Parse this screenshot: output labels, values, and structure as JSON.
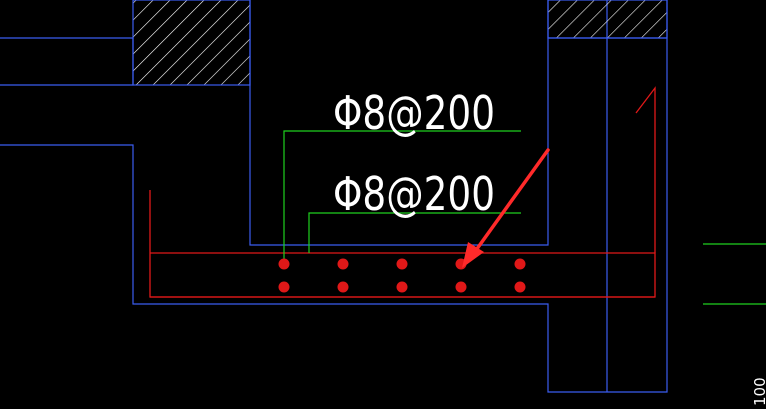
{
  "annotations": {
    "top_rebar_label": "Φ8@200",
    "bottom_rebar_label": "Φ8@200",
    "edge_dimension": "100"
  },
  "rebar_rows": [
    {
      "row": "top",
      "count": 5
    },
    {
      "row": "bottom",
      "count": 5
    }
  ],
  "colors": {
    "background": "#000000",
    "outline": "#3b5cf0",
    "hatch": "#ffffff",
    "leader": "#1fd01f",
    "slab_red": "#e01818",
    "arrow": "#ff2a2a",
    "text": "#ffffff"
  }
}
